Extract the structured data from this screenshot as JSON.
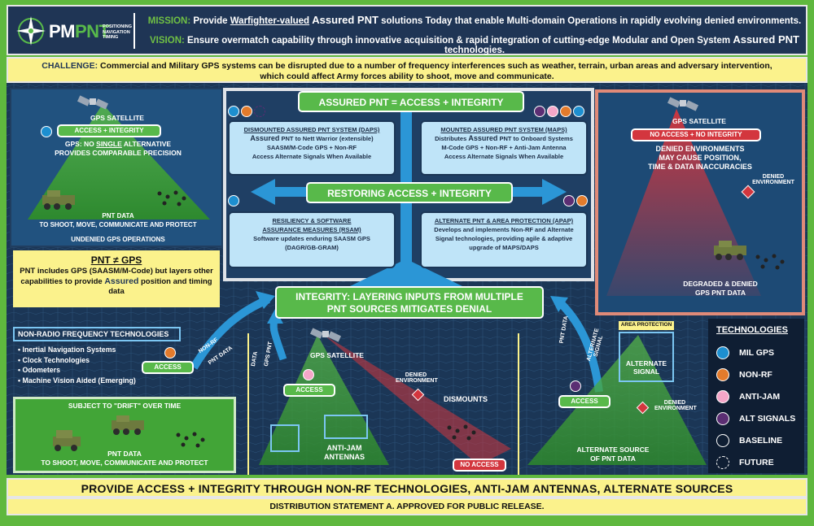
{
  "header": {
    "logo_pm": "PM",
    "logo_pnt": "PNT",
    "logo_sub": "POSITIONING NAVIGATION TIMING",
    "mission_label": "MISSION:",
    "mission_pre": "Provide",
    "mission_underlined": "Warfighter-valued",
    "mission_bold": "Assured PNT",
    "mission_post": "solutions Today that enable Multi-domain Operations in rapidly evolving denied environments.",
    "vision_label": "VISION:",
    "vision_text": "Ensure overmatch capability through innovative acquisition & rapid integration of cutting-edge Modular and Open System",
    "vision_bold": "Assured PNT",
    "vision_post": "technologies."
  },
  "challenge": {
    "label": "CHALLENGE:",
    "text": "Commercial and Military GPS systems can be disrupted due to a number of frequency interferences such as weather, terrain, urban areas and adversary intervention, which could affect Army forces ability to shoot, move and communicate."
  },
  "top_left": {
    "title": "GPS SATELLITE",
    "pill": "ACCESS + INTEGRITY",
    "line1_pre": "GPS: NO",
    "line1_underlined": "SINGLE",
    "line1_post": "ALTERNATIVE",
    "line2": "PROVIDES COMPARABLE PRECISION",
    "pnt_data": "PNT DATA",
    "pnt_line": "TO SHOOT, MOVE, COMMUNICATE AND PROTECT",
    "footer": "UNDENIED GPS OPERATIONS"
  },
  "note": {
    "title": "PNT ≠ GPS",
    "line_pre": "PNT includes GPS (SAASM/M-Code) but layers other capabilities to provide",
    "line_bold": "Assured",
    "line_post": "position and timing data"
  },
  "center": {
    "top_pill": "ASSURED PNT = ACCESS + INTEGRITY",
    "restoring_pill": "RESTORING ACCESS + INTEGRITY",
    "integrity_pill_l1": "INTEGRITY: LAYERING INPUTS FROM MULTIPLE",
    "integrity_pill_l2": "PNT SOURCES MITIGATES DENIAL",
    "daps": {
      "title": "DISMOUNTED ASSURED PNT SYSTEM (DAPS)",
      "l1_bold": "Assured",
      "l1": "PNT to Nett Warrior (extensible)",
      "l2": "SAASM/M-Code GPS + Non-RF",
      "l3": "Access Alternate Signals When Available"
    },
    "maps": {
      "title": "MOUNTED ASSURED PNT SYSTEM (MAPS)",
      "l1_pre": "Distributes",
      "l1_bold": "Assured",
      "l1_post": "PNT to Onboard Systems",
      "l2": "M-Code GPS + Non-RF + Anti-Jam Antenna",
      "l3": "Access Alternate Signals When Available"
    },
    "rsam": {
      "title1": "RESILIENCY & SOFTWARE",
      "title2": "ASSURANCE MEASURES (RSAM)",
      "l1": "Software updates enduring SAASM GPS",
      "l2": "(DAGR/GB-GRAM)"
    },
    "apap": {
      "title": "ALTERNATE PNT & AREA PROTECTION (APAP)",
      "l1": "Develops and implements Non-RF and Alternate",
      "l2": "Signal technologies, providing agile & adaptive",
      "l3": "upgrade of MAPS/DAPS"
    }
  },
  "top_right": {
    "title": "GPS SATELLITE",
    "pill": "NO ACCESS +  NO INTEGRITY",
    "l1": "DENIED ENVIRONMENTS",
    "l2": "MAY CAUSE POSITION,",
    "l3": "TIME & DATA INACCURACIES",
    "denied": "DENIED ENVIRONMENT",
    "bottom1": "DEGRADED & DENIED",
    "bottom2": "GPS PNT DATA"
  },
  "bottom_left": {
    "title": "NON-RADIO FREQUENCY TECHNOLOGIES",
    "items": [
      "Inertial Navigation Systems",
      "Clock Technologies",
      "Odometers",
      "Machine Vision Aided (Emerging)"
    ],
    "access_pill": "ACCESS",
    "arrow_label1": "NON-RF",
    "arrow_label2": "PNT DATA",
    "drift": "SUBJECT TO \"DRIFT\" OVER TIME",
    "pnt_data": "PNT DATA",
    "pnt_line": "TO SHOOT, MOVE, COMMUNICATE AND PROTECT"
  },
  "bottom_center": {
    "data_label": "DATA",
    "gps_pnt": "GPS PNT",
    "title": "GPS SATELLITE",
    "access_pill": "ACCESS",
    "denied": "DENIED ENVIRONMENT",
    "dismounts": "DISMOUNTS",
    "anti_jam1": "ANTI-JAM",
    "anti_jam2": "ANTENNAS",
    "no_access": "NO ACCESS"
  },
  "bottom_right": {
    "pnt_data": "PNT DATA",
    "alt_signal_label": "ALTERNATE SIGNAL",
    "area_protection": "AREA PROTECTION",
    "alt_signal1": "ALTERNATE",
    "alt_signal2": "SIGNAL",
    "access_pill": "ACCESS",
    "denied": "DENIED ENVIRONMENT",
    "source1": "ALTERNATE SOURCE",
    "source2": "OF PNT DATA"
  },
  "legend": {
    "title": "TECHNOLOGIES",
    "items": [
      {
        "label": "MIL GPS",
        "color": "#1d8fd0"
      },
      {
        "label": "NON-RF",
        "color": "#e37b2c"
      },
      {
        "label": "ANTI-JAM",
        "color": "#f4a6c8"
      },
      {
        "label": "ALT SIGNALS",
        "color": "#5b2e73"
      },
      {
        "label": "BASELINE",
        "color": "#0f1e33"
      },
      {
        "label": "FUTURE",
        "color": "transparent"
      }
    ]
  },
  "footer": {
    "line1": "PROVIDE ACCESS + INTEGRITY THROUGH NON-RF TECHNOLOGIES, ANTI-JAM ANTENNAS, ALTERNATE SOURCES",
    "line2": "DISTRIBUTION STATEMENT A. APPROVED FOR PUBLIC RELEASE."
  },
  "colors": {
    "navy": "#1b3656",
    "green": "#58b94a",
    "yellow": "#fbf28c",
    "red": "#d3363e",
    "light_blue": "#bfe4f8"
  }
}
